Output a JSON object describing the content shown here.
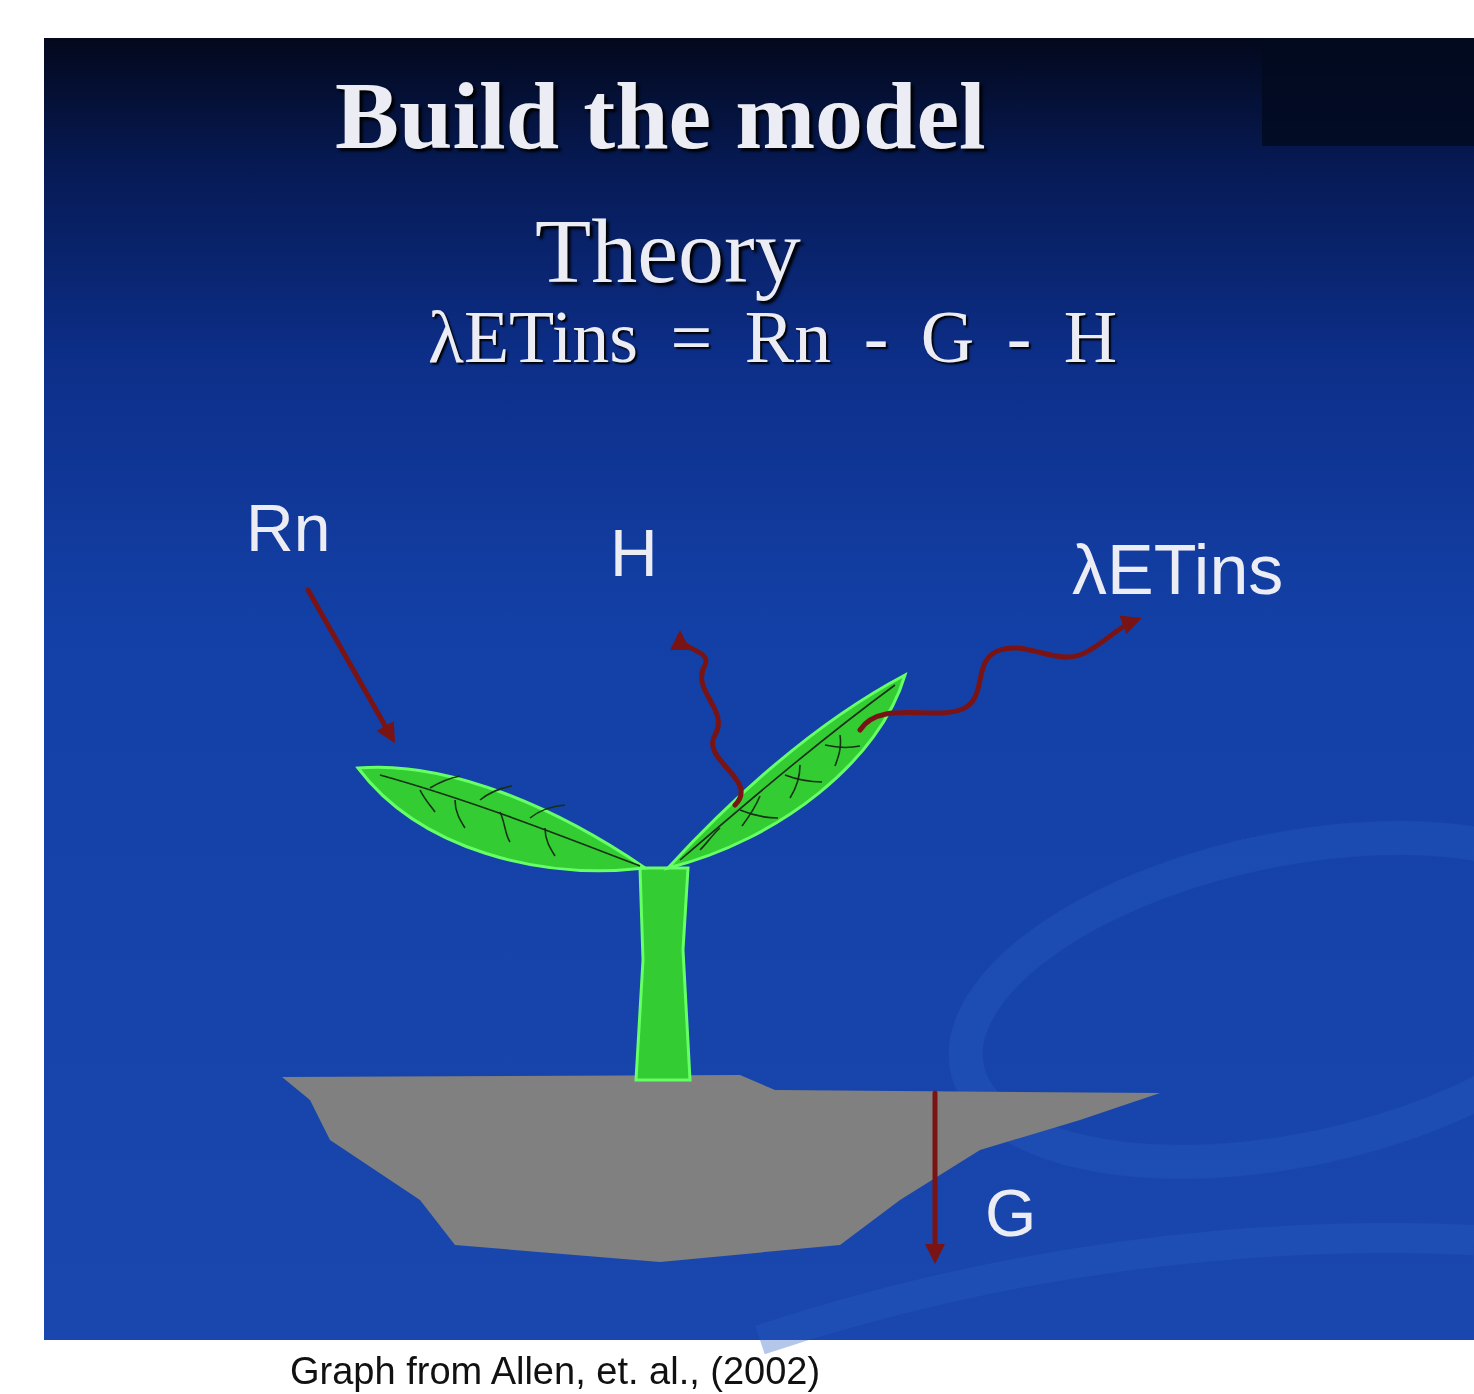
{
  "diagram": {
    "title": "Build the model",
    "caption": "Graph from Allen, et. al., (2002)",
    "labels": [
      "Theory",
      "λETins = Rn - G - H",
      "Rn",
      "H",
      "λETins",
      "G"
    ]
  }
}
